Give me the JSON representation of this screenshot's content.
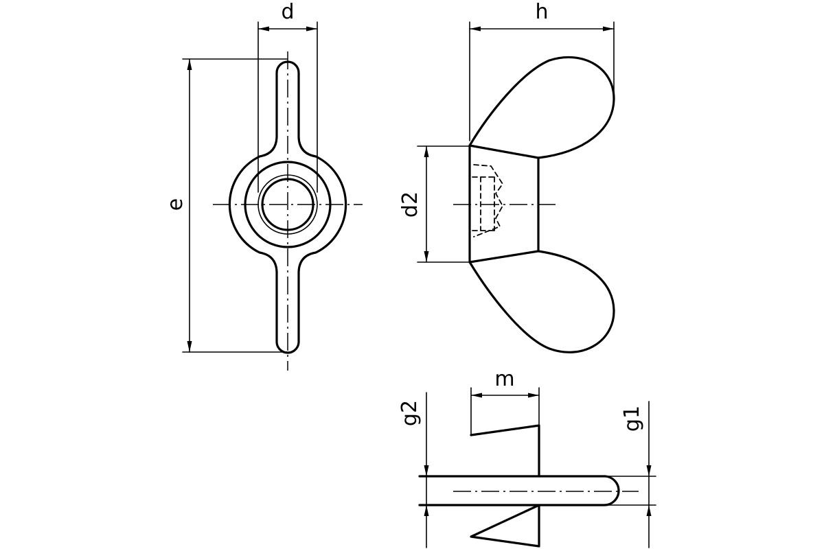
{
  "colors": {
    "line": "#000000",
    "background": "#ffffff"
  },
  "labels": {
    "d": "d",
    "h": "h",
    "e": "e",
    "d2": "d2",
    "m": "m",
    "g1": "g1",
    "g2": "g2"
  }
}
